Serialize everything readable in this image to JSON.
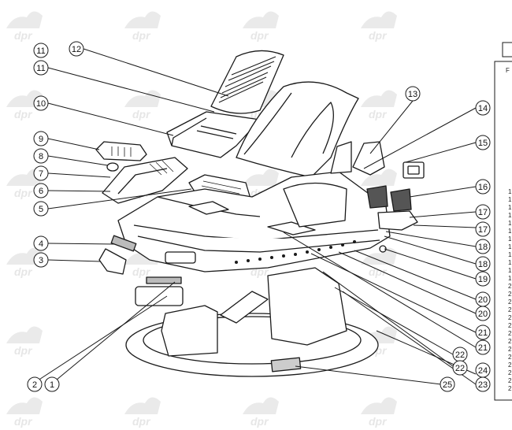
{
  "diagram": {
    "watermark_text": "dpr",
    "callouts": [
      "11",
      "11",
      "12",
      "10",
      "9",
      "8",
      "7",
      "6",
      "5",
      "4",
      "3",
      "13",
      "14",
      "15",
      "16",
      "17",
      "17",
      "18",
      "18",
      "19",
      "20",
      "20",
      "21",
      "21",
      "22",
      "22",
      "23",
      "24",
      "25",
      "2",
      "1"
    ],
    "panel_header": "F",
    "panel_rows": [
      "1",
      "1",
      "1",
      "1",
      "1",
      "1",
      "1",
      "1",
      "1",
      "1",
      "1",
      "1",
      "2",
      "2",
      "2",
      "2",
      "2",
      "2",
      "2",
      "2",
      "2",
      "2",
      "2",
      "2",
      "2",
      "2"
    ]
  }
}
